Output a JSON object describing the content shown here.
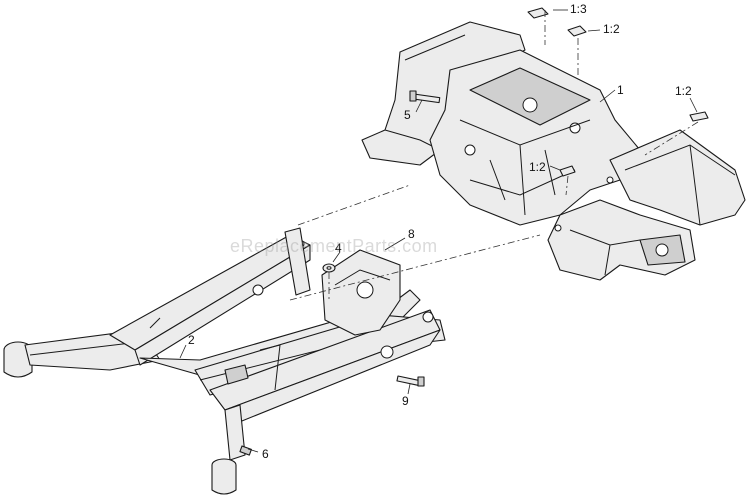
{
  "watermark": "eReplacementParts.com",
  "callouts": {
    "c1": "1",
    "c1_3": "1:3",
    "c1_2_top": "1:2",
    "c1_2_right": "1:2",
    "c1_2_mid": "1:2",
    "c2": "2",
    "c4": "4",
    "c5": "5",
    "c6": "6",
    "c8": "8",
    "c9": "9"
  }
}
